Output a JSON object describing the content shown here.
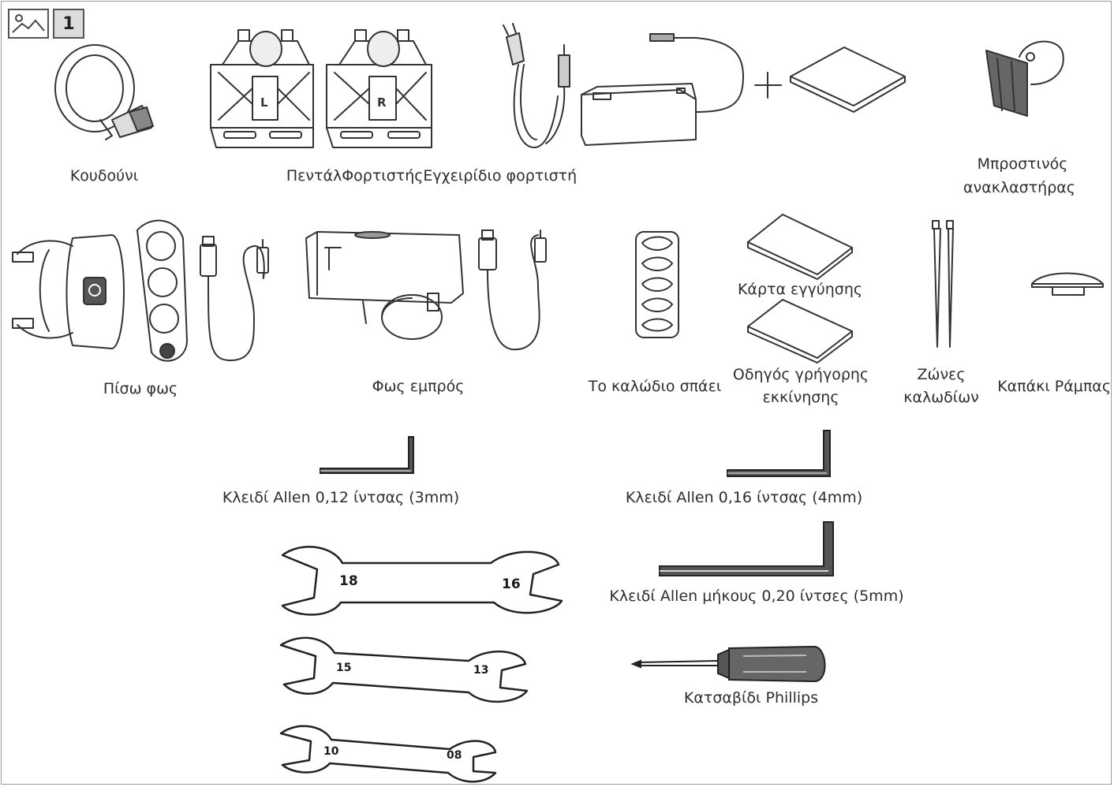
{
  "toolbar": {
    "image_icon": "image-icon",
    "step_number": "1"
  },
  "labels": {
    "bell": "Κουδούνι",
    "pedal_charger_manual": "ΠεντάλΦορτιστήςΕγχειρίδιο φορτιστή",
    "front_reflector_line1": "Μπροστινός",
    "front_reflector_line2": "ανακλαστήρας",
    "rear_light": "Πίσω φως",
    "front_light": "Φως εμπρός",
    "cable_clips": "Το καλώδιο σπάει",
    "warranty_card": "Κάρτα εγγύησης",
    "quick_start_line1": "Οδηγός γρήγορης",
    "quick_start_line2": "εκκίνησης",
    "cable_ties_line1": "Ζώνες",
    "cable_ties_line2": "καλωδίων",
    "ramp_cap": "Καπάκι Ράμπας",
    "allen_3mm": "Κλειδί Allen 0,12 ίντσας (3mm)",
    "allen_4mm": "Κλειδί Allen 0,16 ίντσας (4mm)",
    "allen_5mm": "Κλειδί Allen μήκους 0,20 ίντσες (5mm)",
    "screwdriver": "Κατσαβίδι Phillips"
  },
  "pedals": {
    "left": "L",
    "right": "R"
  },
  "wrenches": [
    {
      "left": "18",
      "right": "16"
    },
    {
      "left": "15",
      "right": "13"
    },
    {
      "left": "10",
      "right": "08"
    }
  ]
}
